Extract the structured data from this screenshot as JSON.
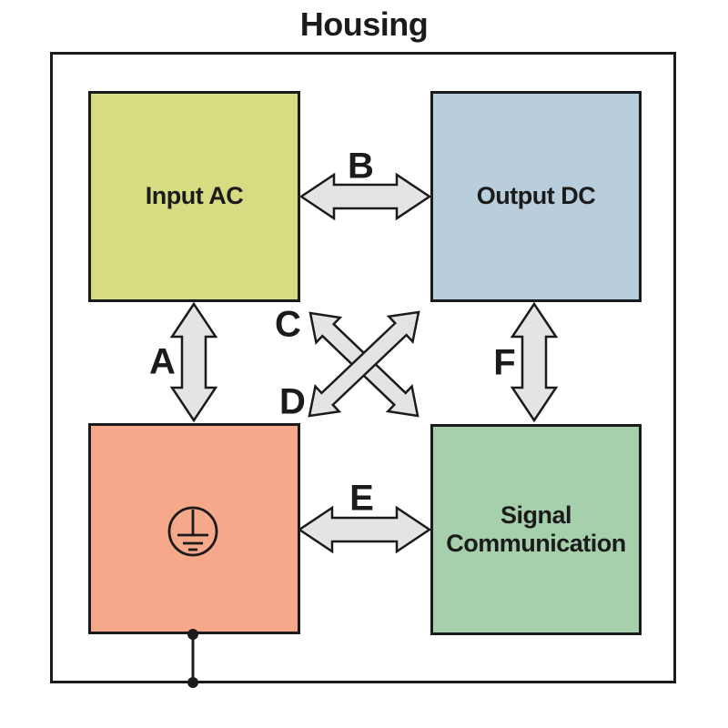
{
  "title": "Housing",
  "blocks": {
    "input_ac": {
      "label": "Input AC",
      "color": "#d7db82"
    },
    "output_dc": {
      "label": "Output DC",
      "color": "#b9cedd"
    },
    "protective_earth": {
      "color": "#f5a88a",
      "icon": "protective-earth-icon"
    },
    "signal_communication": {
      "label": "Signal Communication",
      "color": "#a6cfab"
    }
  },
  "arrow_labels": {
    "a": "A",
    "b": "B",
    "c": "C",
    "d": "D",
    "e": "E",
    "f": "F"
  },
  "arrow_style": {
    "fill": "#e3e4e4",
    "stroke": "#1b1b1b"
  },
  "line_color": "#1b1b1b"
}
